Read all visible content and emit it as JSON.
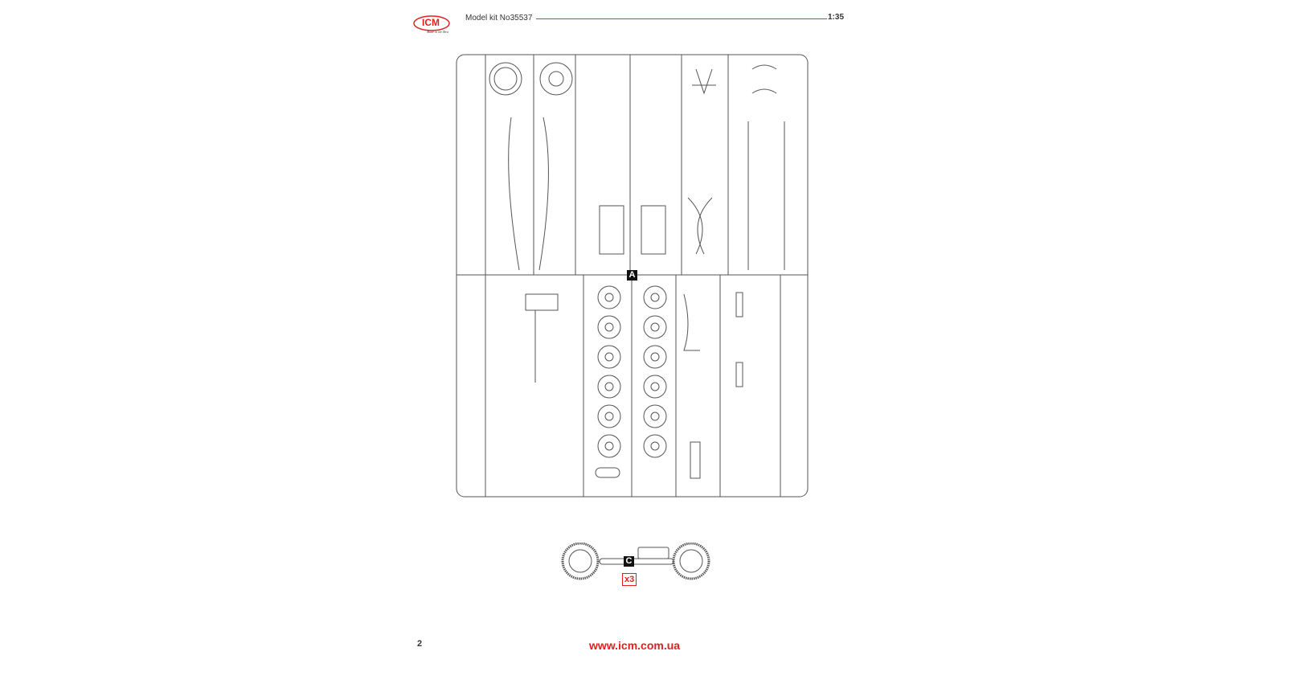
{
  "header": {
    "logo_text": "ICM",
    "logo_tagline": "Made in the Best",
    "kit_title": "Model kit No35537",
    "scale": "1:35"
  },
  "sprues": {
    "a_label": "A",
    "c_label": "C",
    "c_quantity": "x3"
  },
  "footer": {
    "page_number": "2",
    "website": "www.icm.com.ua"
  },
  "colors": {
    "accent": "#e02020",
    "line": "#555555"
  }
}
